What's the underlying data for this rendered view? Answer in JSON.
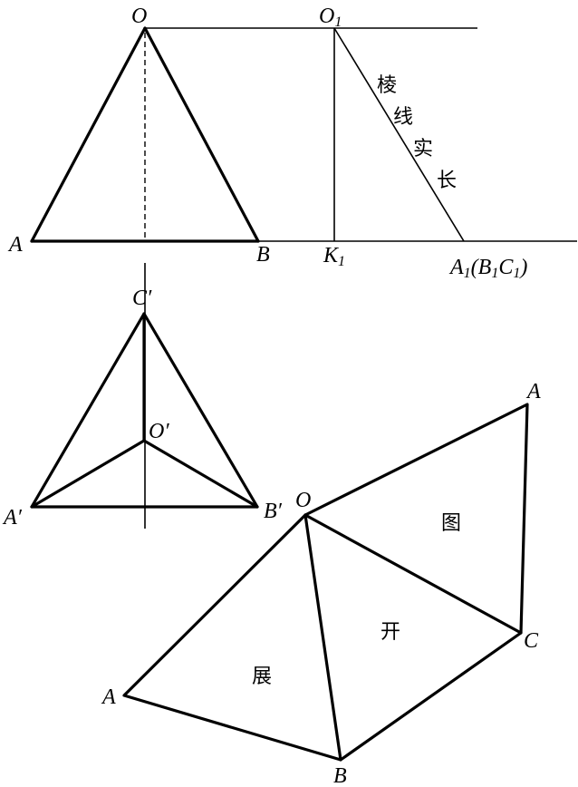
{
  "labels": {
    "o_front": "O",
    "o1": "O",
    "o1_sub": "1",
    "a_front": "A",
    "b_front": "B",
    "k1": "K",
    "k1_sub": "1",
    "a1b1c1_a": "A",
    "a1b1c1_s1": "1",
    "a1b1c1_b": "(B",
    "a1b1c1_s2": "1",
    "a1b1c1_c": "C",
    "a1b1c1_s3": "1",
    "a1b1c1_close": ")",
    "c_prime": "C′",
    "o_prime": "O′",
    "a_prime": "A′",
    "b_prime": "B′",
    "o_dev": "O",
    "a_top_dev": "A",
    "c_dev": "C",
    "a_left_dev": "A",
    "b_dev": "B"
  },
  "annotations": {
    "edge_true_length": [
      "棱",
      "线",
      "实",
      "长"
    ],
    "development": [
      "展",
      "开",
      "图"
    ]
  }
}
